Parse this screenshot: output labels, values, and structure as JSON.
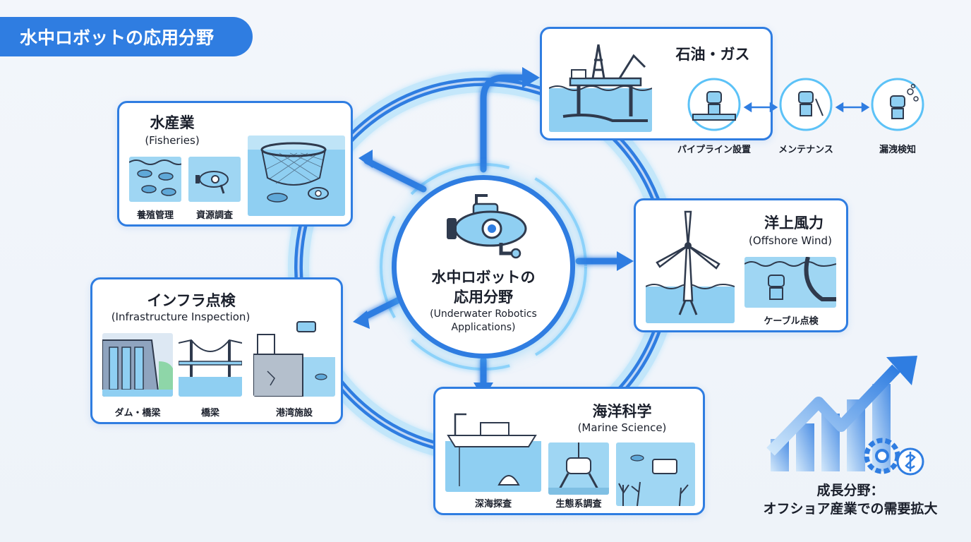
{
  "header": {
    "title": "水中ロボットの応用分野"
  },
  "center": {
    "title_line1": "水中ロボットの",
    "title_line2": "応用分野",
    "subtitle_line1": "(Underwater Robotics",
    "subtitle_line2": "Applications)"
  },
  "fisheries": {
    "title": "水産業",
    "subtitle": "(Fisheries)",
    "label_1": "養殖管理",
    "label_2": "資源調査"
  },
  "oil_gas": {
    "title": "石油・ガス",
    "step_1": "パイプライン設置",
    "step_2": "メンテナンス",
    "step_3": "漏洩検知"
  },
  "offshore_wind": {
    "title": "洋上風力",
    "subtitle": "(Offshore Wind)",
    "label_1": "ケーブル点検"
  },
  "infrastructure": {
    "title": "インフラ点検",
    "subtitle": "(Infrastructure Inspection)",
    "label_1": "ダム・橋梁",
    "label_2": "橋梁",
    "label_3": "港湾施設"
  },
  "marine_science": {
    "title": "海洋科学",
    "subtitle": "(Marine Science)",
    "label_1": "深海探査",
    "label_2": "生態系調査"
  },
  "growth": {
    "line_1": "成長分野：",
    "line_2": "オフショア産業での需要拡大"
  },
  "colors": {
    "accent": "#2f7de1",
    "glow": "#5cc2f7",
    "water": "#8fcff2",
    "ink": "#1a1f2b"
  }
}
